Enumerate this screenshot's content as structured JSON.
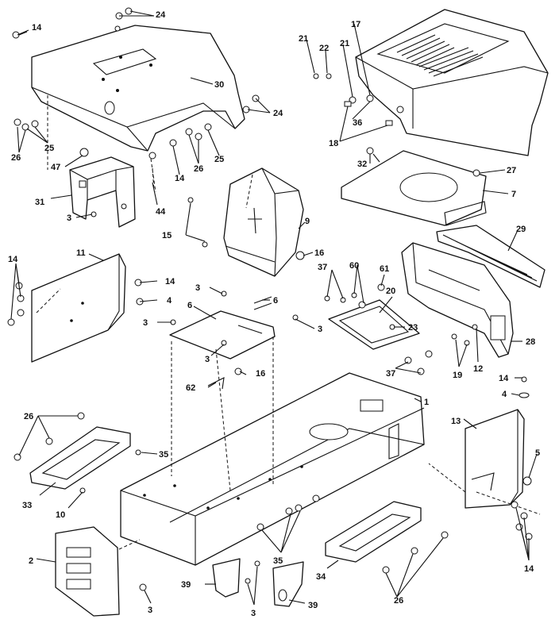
{
  "callouts": {
    "c1": "1",
    "c2": "2",
    "c3a": "3",
    "c3b": "3",
    "c3c": "3",
    "c3d": "3",
    "c3e": "3",
    "c3f": "3",
    "c3g": "3",
    "c4a": "4",
    "c4b": "4",
    "c5": "5",
    "c6a": "6",
    "c6b": "6",
    "c7": "7",
    "c9": "9",
    "c10": "10",
    "c11": "11",
    "c12": "12",
    "c13": "13",
    "c14a": "14",
    "c14b": "14",
    "c14c": "14",
    "c14d": "14",
    "c14e": "14",
    "c14f": "14",
    "c15": "15",
    "c16a": "16",
    "c16b": "16",
    "c17": "17",
    "c18": "18",
    "c19": "19",
    "c20": "20",
    "c21a": "21",
    "c21b": "21",
    "c22": "22",
    "c23": "23",
    "c24a": "24",
    "c24b": "24",
    "c25a": "25",
    "c25b": "25",
    "c26a": "26",
    "c26b": "26",
    "c26c": "26",
    "c26d": "26",
    "c27": "27",
    "c28": "28",
    "c29": "29",
    "c30": "30",
    "c31": "31",
    "c32": "32",
    "c33": "33",
    "c34": "34",
    "c35a": "35",
    "c35b": "35",
    "c36": "36",
    "c37a": "37",
    "c37b": "37",
    "c39a": "39",
    "c39b": "39",
    "c44": "44",
    "c47": "47",
    "c60": "60",
    "c61": "61",
    "c62": "62"
  }
}
